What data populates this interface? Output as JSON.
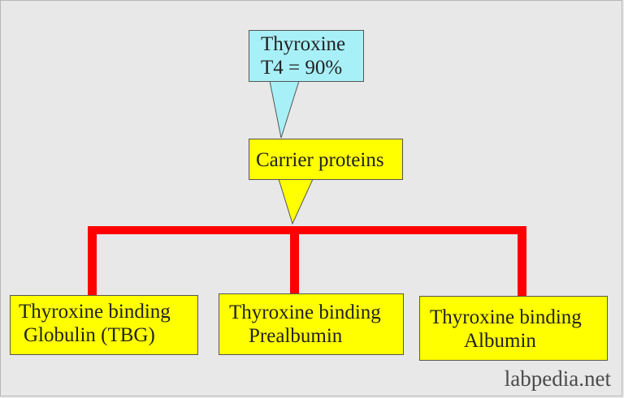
{
  "diagram": {
    "top_node": {
      "line1": "Thyroxine",
      "line2": "T4 = 90%"
    },
    "carrier_node": {
      "label": "Carrier proteins"
    },
    "children": [
      {
        "line1": "Thyroxine binding",
        "line2": "Globulin (TBG)"
      },
      {
        "line1": "Thyroxine binding",
        "line2": "Prealbumin"
      },
      {
        "line1": "Thyroxine binding",
        "line2": "Albumin"
      }
    ],
    "colors": {
      "top_fill": "#a8f0f8",
      "node_fill": "#ffff00",
      "connector": "#ff0000",
      "background": "#e8e8e8"
    }
  },
  "watermark": "labpedia.net"
}
